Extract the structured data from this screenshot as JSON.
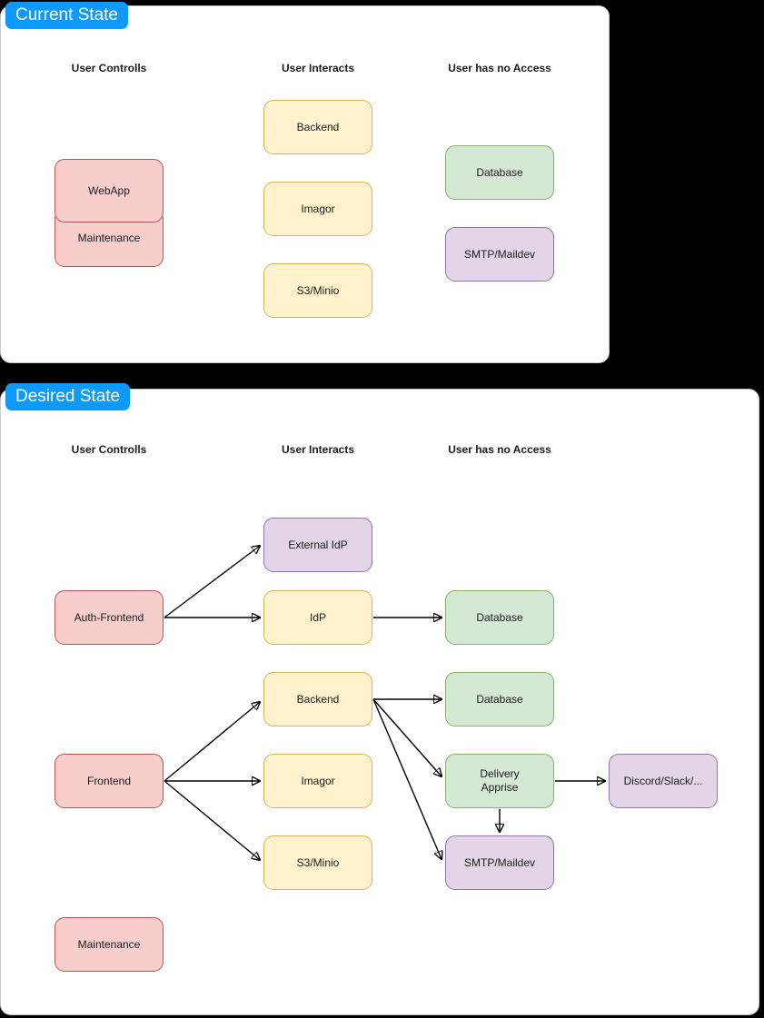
{
  "diagram": {
    "background_color": "#000000",
    "panel_color": "#ffffff",
    "tab_color": "#0d9afc",
    "palette": {
      "pink_fill": "#f8cecc",
      "pink_border": "#b85450",
      "yellow_fill": "#fff2cc",
      "yellow_border": "#d6b656",
      "green_fill": "#d5e8d4",
      "green_border": "#82b366",
      "purple_fill": "#e1d5e7",
      "purple_border": "#9673a6"
    }
  },
  "current_state": {
    "tab_label": "Current State",
    "columns": [
      {
        "label": "User Controlls"
      },
      {
        "label": "User Interacts"
      },
      {
        "label": "User has no Access"
      }
    ],
    "nodes": [
      {
        "id": "cs-webapp",
        "label": "WebApp",
        "color": "pink"
      },
      {
        "id": "cs-maintenance",
        "label": "Maintenance",
        "color": "pink"
      },
      {
        "id": "cs-backend",
        "label": "Backend",
        "color": "yellow"
      },
      {
        "id": "cs-imagor",
        "label": "Imagor",
        "color": "yellow"
      },
      {
        "id": "cs-s3minio",
        "label": "S3/Minio",
        "color": "yellow"
      },
      {
        "id": "cs-database",
        "label": "Database",
        "color": "green"
      },
      {
        "id": "cs-smtp",
        "label": "SMTP/Maildev",
        "color": "purple"
      }
    ],
    "edges": []
  },
  "desired_state": {
    "tab_label": "Desired State",
    "columns": [
      {
        "label": "User Controlls"
      },
      {
        "label": "User Interacts"
      },
      {
        "label": "User has no Access"
      }
    ],
    "nodes": [
      {
        "id": "ds-auth-frontend",
        "label": "Auth-Frontend",
        "color": "pink"
      },
      {
        "id": "ds-frontend",
        "label": "Frontend",
        "color": "pink"
      },
      {
        "id": "ds-maintenance",
        "label": "Maintenance",
        "color": "pink"
      },
      {
        "id": "ds-external-idp",
        "label": "External IdP",
        "color": "purple"
      },
      {
        "id": "ds-idp",
        "label": "IdP",
        "color": "yellow"
      },
      {
        "id": "ds-backend",
        "label": "Backend",
        "color": "yellow"
      },
      {
        "id": "ds-imagor",
        "label": "Imagor",
        "color": "yellow"
      },
      {
        "id": "ds-s3minio",
        "label": "S3/Minio",
        "color": "yellow"
      },
      {
        "id": "ds-database-idp",
        "label": "Database",
        "color": "green"
      },
      {
        "id": "ds-database-be",
        "label": "Database",
        "color": "green"
      },
      {
        "id": "ds-delivery",
        "label": "Delivery\nApprise",
        "color": "green"
      },
      {
        "id": "ds-smtp",
        "label": "SMTP/Maildev",
        "color": "purple"
      },
      {
        "id": "ds-discord",
        "label": "Discord/Slack/...",
        "color": "purple"
      }
    ],
    "edges": [
      {
        "from": "ds-auth-frontend",
        "to": "ds-external-idp"
      },
      {
        "from": "ds-auth-frontend",
        "to": "ds-idp"
      },
      {
        "from": "ds-idp",
        "to": "ds-database-idp"
      },
      {
        "from": "ds-frontend",
        "to": "ds-backend"
      },
      {
        "from": "ds-frontend",
        "to": "ds-imagor"
      },
      {
        "from": "ds-frontend",
        "to": "ds-s3minio"
      },
      {
        "from": "ds-backend",
        "to": "ds-database-be"
      },
      {
        "from": "ds-backend",
        "to": "ds-delivery"
      },
      {
        "from": "ds-backend",
        "to": "ds-smtp"
      },
      {
        "from": "ds-delivery",
        "to": "ds-discord"
      },
      {
        "from": "ds-delivery",
        "to": "ds-smtp"
      }
    ]
  }
}
